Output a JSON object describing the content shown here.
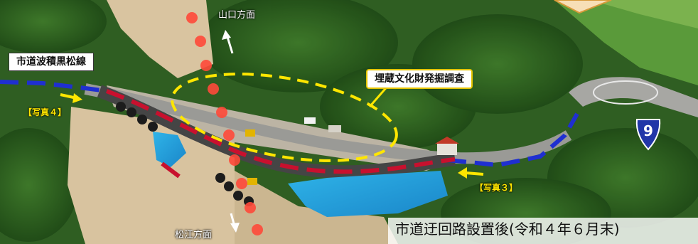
{
  "labels": {
    "road_name": "市道波積黒松線",
    "survey_area": "埋蔵文化財発掘調査",
    "photo_4": "【写真４】",
    "photo_3": "【写真３】",
    "direction_north": "山口方面",
    "direction_south": "松江方面",
    "caption": "市道迂回路設置後(令和４年６月末)",
    "route_number": "9"
  },
  "colors": {
    "detour_red": "#c8102e",
    "existing_road_blue": "#1f2fd1",
    "survey_yellow": "#ffe600",
    "marker_red": "#ff4a3a",
    "route_sign_blue": "#2136a8"
  }
}
